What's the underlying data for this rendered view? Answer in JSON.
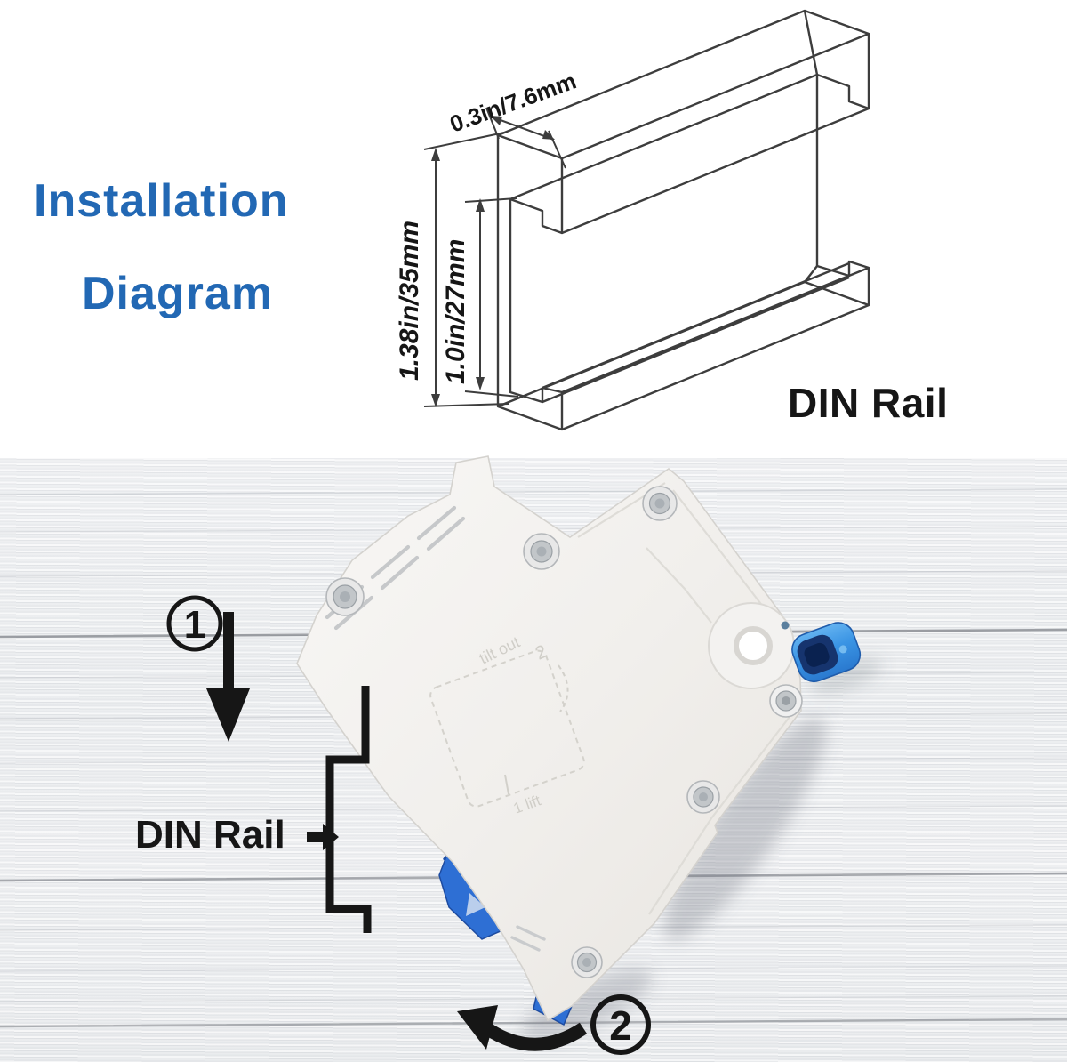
{
  "header": {
    "title_line1": "Installation",
    "title_line2": "Diagram",
    "accent_color": "#2268b4"
  },
  "top_diagram": {
    "rail_label": "DIN Rail",
    "line_color": "#3d3d3d",
    "dims": {
      "flange_depth": "0.3in/7.6mm",
      "overall_height": "1.38in/35mm",
      "inner_height": "1.0in/27mm"
    }
  },
  "installation_photo": {
    "step1": "1",
    "step2": "2",
    "rail_label": "DIN Rail",
    "breaker": {
      "embossed_tilt": "tilt out",
      "embossed_step": "2",
      "embossed_lift": "1 lift",
      "body_color": "#f3f1ee",
      "clip_color": "#2e6fd4",
      "toggle_color": "#3f97e3"
    },
    "wood_seam_color": "#4b5058"
  }
}
